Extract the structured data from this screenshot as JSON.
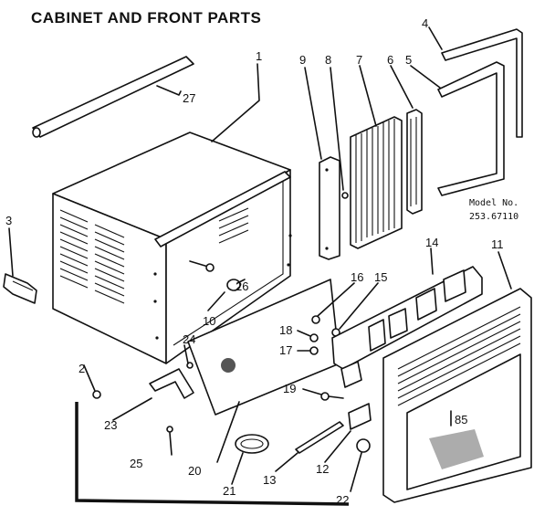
{
  "title": "CABINET AND FRONT PARTS",
  "model": {
    "label": "Model No.",
    "number": "253.67110"
  },
  "footer_code": "85",
  "callouts": [
    {
      "id": "1",
      "text": "1"
    },
    {
      "id": "2",
      "text": "2"
    },
    {
      "id": "3",
      "text": "3"
    },
    {
      "id": "4",
      "text": "4"
    },
    {
      "id": "5",
      "text": "5"
    },
    {
      "id": "6",
      "text": "6"
    },
    {
      "id": "7",
      "text": "7"
    },
    {
      "id": "8",
      "text": "8"
    },
    {
      "id": "9",
      "text": "9"
    },
    {
      "id": "10",
      "text": "10"
    },
    {
      "id": "11",
      "text": "11"
    },
    {
      "id": "12",
      "text": "12"
    },
    {
      "id": "13",
      "text": "13"
    },
    {
      "id": "14",
      "text": "14"
    },
    {
      "id": "15",
      "text": "15"
    },
    {
      "id": "16",
      "text": "16"
    },
    {
      "id": "17",
      "text": "17"
    },
    {
      "id": "18",
      "text": "18"
    },
    {
      "id": "19",
      "text": "19"
    },
    {
      "id": "20",
      "text": "20"
    },
    {
      "id": "21",
      "text": "21"
    },
    {
      "id": "22",
      "text": "22"
    },
    {
      "id": "23",
      "text": "23"
    },
    {
      "id": "24",
      "text": "24"
    },
    {
      "id": "25",
      "text": "25"
    },
    {
      "id": "26",
      "text": "26"
    },
    {
      "id": "27",
      "text": "27"
    }
  ]
}
